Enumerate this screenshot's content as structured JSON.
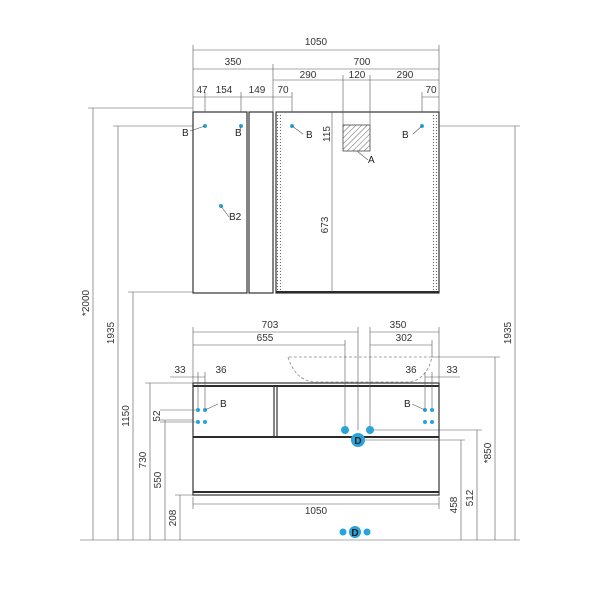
{
  "dimensions": {
    "top_total": "1050",
    "left_cab": "350",
    "right_cab": "700",
    "d47": "47",
    "d154": "154",
    "d149": "149",
    "d70_left": "70",
    "d290_left": "290",
    "d120": "120",
    "d290_right": "290",
    "d70_right": "70",
    "d115": "115",
    "d673": "673",
    "h2000": "*2000",
    "h1935_left": "1935",
    "h1935_right": "1935",
    "h1150": "1150",
    "h730": "730",
    "h550": "550",
    "h208": "208",
    "d52": "52",
    "w703": "703",
    "w655": "655",
    "w350_bottom": "350",
    "w302": "302",
    "d33_left": "33",
    "d36_left": "36",
    "d36_right": "36",
    "d33_right": "33",
    "w1050_bottom": "1050",
    "h850": "*850",
    "h512": "512",
    "h458": "458"
  },
  "labels": {
    "b_top_1": "B",
    "b_top_2": "B",
    "b_top_3": "B",
    "b2": "B2",
    "a": "A",
    "b_bottom_left": "B",
    "b_bottom_right": "B",
    "d_upper": "D",
    "d_lower": "D"
  },
  "colors": {
    "line": "#333333",
    "connection_point": "#29a3d8"
  }
}
